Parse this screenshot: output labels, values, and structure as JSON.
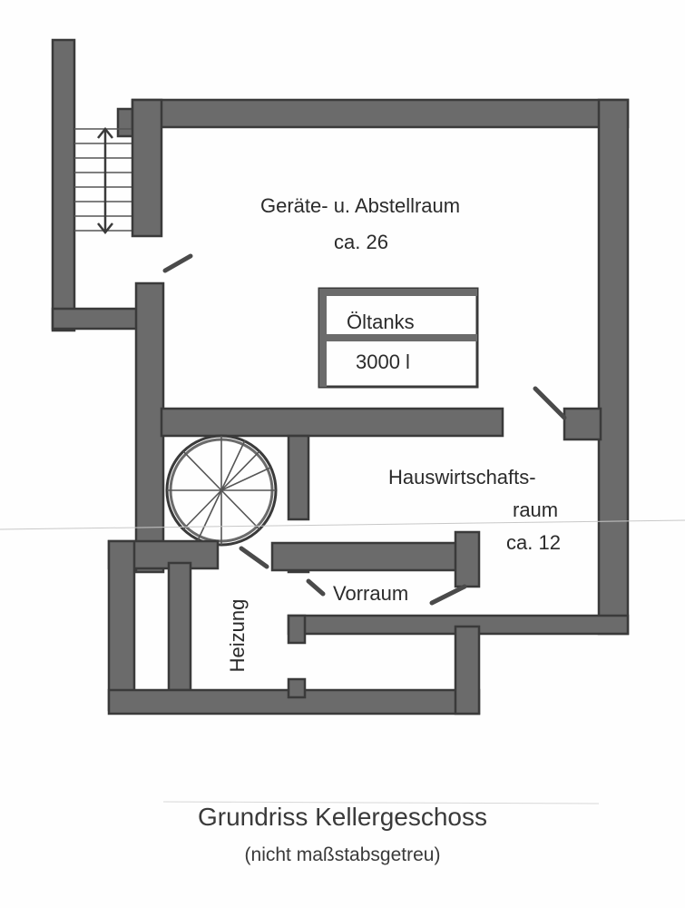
{
  "rooms": {
    "storage_name": "Geräte- u. Abstellraum",
    "storage_area": "ca. 26",
    "utility_name_line1": "Hauswirtschafts-",
    "utility_name_line2": "raum",
    "utility_area": "ca. 12",
    "vestibule_name": "Vorraum",
    "heating_name": "Heizung"
  },
  "oil_tank": {
    "label": "Öltanks",
    "capacity": "3000 l"
  },
  "caption": {
    "title": "Grundriss Kellergeschoss",
    "subtitle": "(nicht maßstabsgetreu)"
  },
  "colors": {
    "wall": "#6b6b6b",
    "ink": "#2b2b2b",
    "paper": "#fefefe"
  }
}
